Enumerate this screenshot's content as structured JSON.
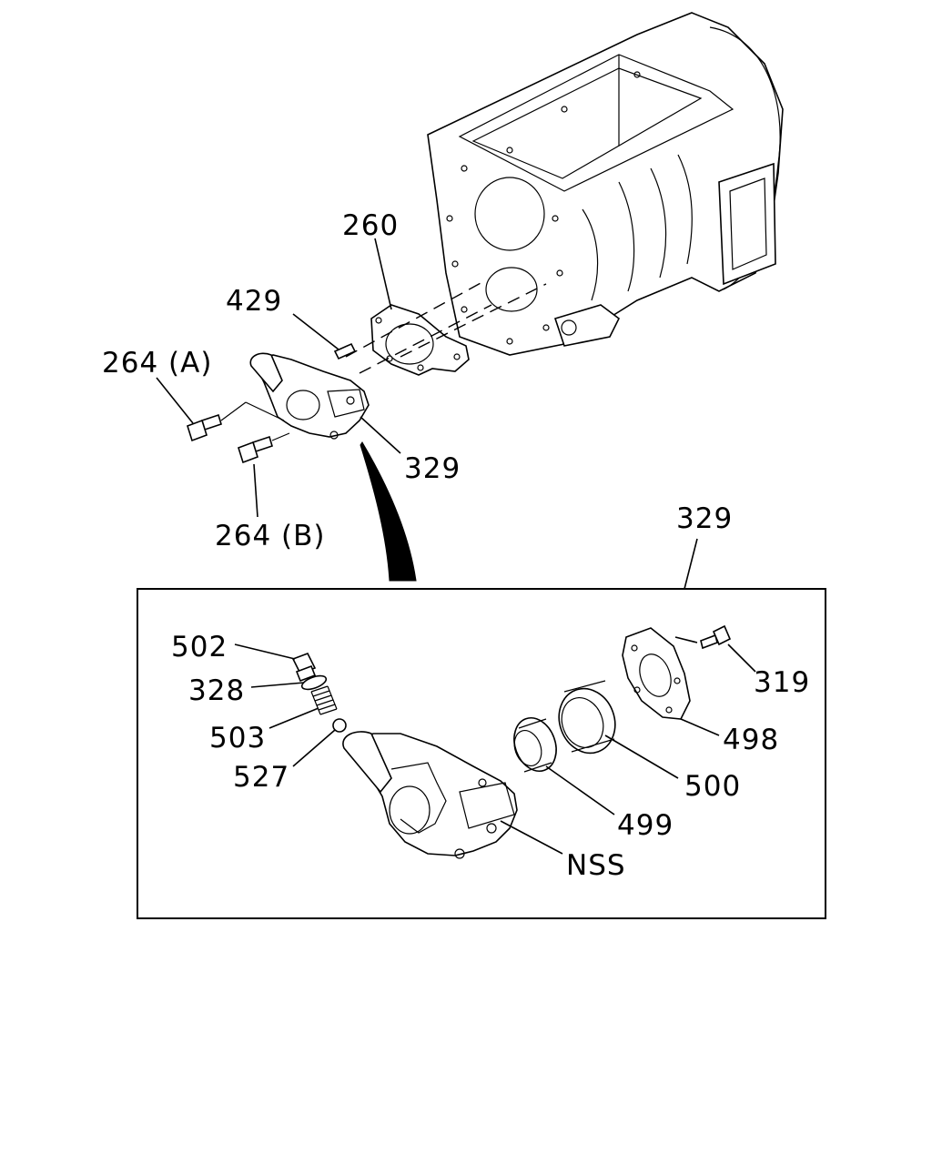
{
  "callouts": {
    "p260": "260",
    "p429": "429",
    "p264a": "264 (A)",
    "p264b": "264 (B)",
    "p329_top": "329",
    "p329_detail": "329",
    "p502": "502",
    "p328": "328",
    "p503": "503",
    "p527": "527",
    "p319": "319",
    "p498": "498",
    "p500": "500",
    "p499": "499",
    "nss": "NSS"
  }
}
